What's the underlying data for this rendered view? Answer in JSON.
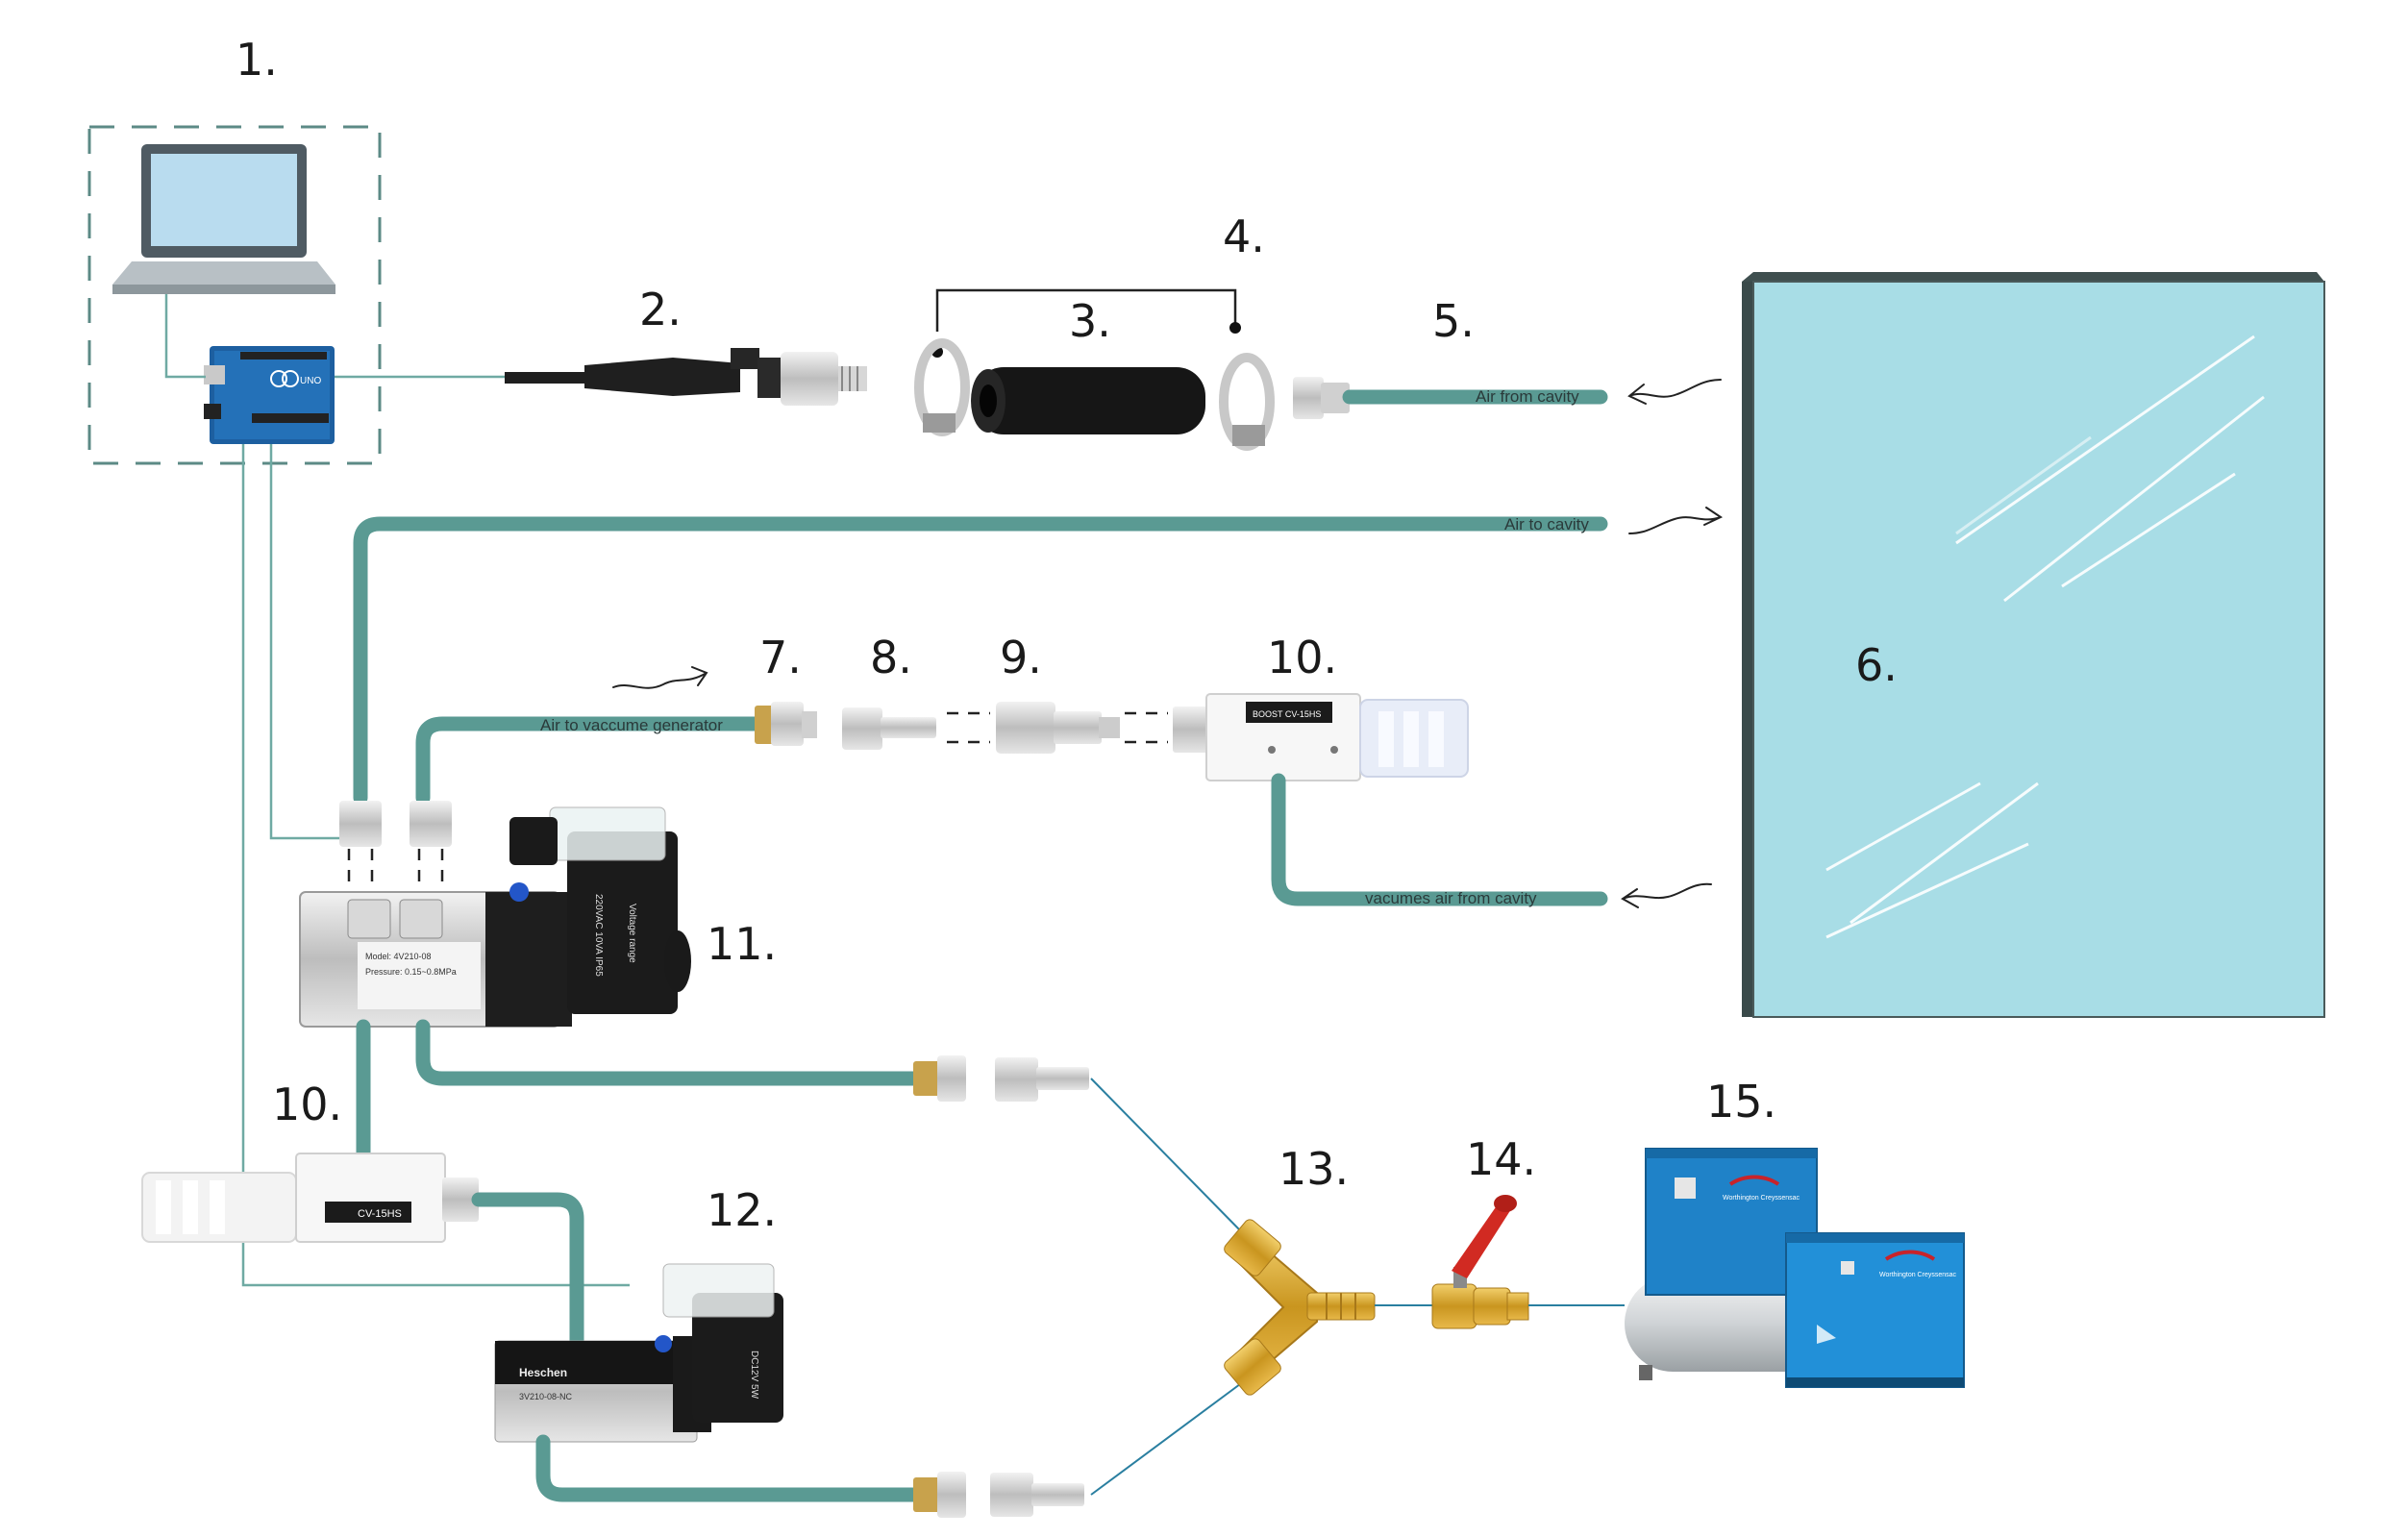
{
  "labels": {
    "n1": "1.",
    "n2": "2.",
    "n3": "3.",
    "n4": "4.",
    "n5": "5.",
    "n6": "6.",
    "n7": "7.",
    "n8": "8.",
    "n9": "9.",
    "n10a": "10.",
    "n10b": "10.",
    "n11": "11.",
    "n12": "12.",
    "n13": "13.",
    "n14": "14.",
    "n15": "15."
  },
  "flows": {
    "air_from_cavity": "Air from cavity",
    "air_to_cavity": "Air to cavity",
    "air_to_vacuum_generator": "Air to vaccume generator",
    "vacuums_air_from_cavity": "vacumes air from cavity"
  },
  "device_text": {
    "arduino": "UNO",
    "vacuum_generator_top": "BOOST CV-15HS",
    "vacuum_generator_bottom": "CV-15HS",
    "valve11_model": "Model: 4V210-08",
    "valve11_pressure": "Pressure: 0.15~0.8MPa",
    "valve11_voltage": "Voltage range",
    "valve11_rating": "220VAC 10VA IP65",
    "valve12_brand": "Heschen",
    "valve12_model": "3V210-08-NC",
    "valve12_rating": "DC12V 5W",
    "compressor_brand": "Worthington Creyssensac"
  },
  "colors": {
    "pipe": "#5a9a93",
    "glass": "#a8dde6",
    "glass_edge": "#4a5a5a",
    "compressor": "#1f82c8",
    "brass": "#d4a233",
    "valve_handle": "#d12a22"
  }
}
